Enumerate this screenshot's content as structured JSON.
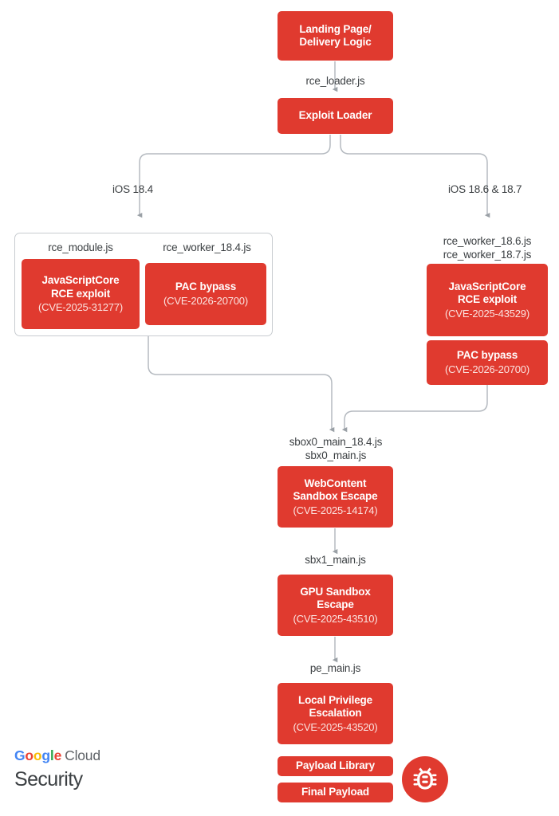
{
  "diagram": {
    "title": "iOS exploit chain",
    "accent": "#E03A2F",
    "line_color": "#9aa0a6",
    "nodes": {
      "landing": {
        "line1": "Landing Page/",
        "line2": "Delivery Logic"
      },
      "loader": {
        "line1": "Exploit Loader"
      },
      "jsc_184": {
        "line1": "JavaScriptCore",
        "line2": "RCE exploit",
        "cve": "(CVE-2025-31277)"
      },
      "pac_184": {
        "line1": "PAC bypass",
        "cve": "(CVE-2026-20700)"
      },
      "jsc_186": {
        "line1": "JavaScriptCore",
        "line2": "RCE exploit",
        "cve": "(CVE-2025-43529)"
      },
      "pac_186": {
        "line1": "PAC bypass",
        "cve": "(CVE-2026-20700)"
      },
      "webcontent": {
        "line1": "WebContent",
        "line2": "Sandbox Escape",
        "cve": "(CVE-2025-14174)"
      },
      "gpu": {
        "line1": "GPU Sandbox",
        "line2": "Escape",
        "cve": "(CVE-2025-43510)"
      },
      "lpe": {
        "line1": "Local Privilege",
        "line2": "Escalation",
        "cve": "(CVE-2025-43520)"
      },
      "payload_library": {
        "line1": "Payload Library"
      },
      "final_payload": {
        "line1": "Final Payload"
      }
    },
    "edge_labels": {
      "rce_loader": "rce_loader.js",
      "ios_184": "iOS 18.4",
      "ios_186_187": "iOS 18.6 & 18.7",
      "rce_worker_186_187": "rce_worker_18.6.js\nrce_worker_18.7.js",
      "sbox0": "sbox0_main_18.4.js\nsbx0_main.js",
      "sbx1": "sbx1_main.js",
      "pe_main": "pe_main.js"
    },
    "group_labels": {
      "rce_module": "rce_module.js",
      "rce_worker_184": "rce_worker_18.4.js"
    }
  },
  "logo": {
    "g": "G",
    "o1": "o",
    "o2": "o",
    "g2": "g",
    "l": "l",
    "e": "e",
    "cloud": "Cloud",
    "security": "Security",
    "bug_icon": "bug-icon"
  }
}
